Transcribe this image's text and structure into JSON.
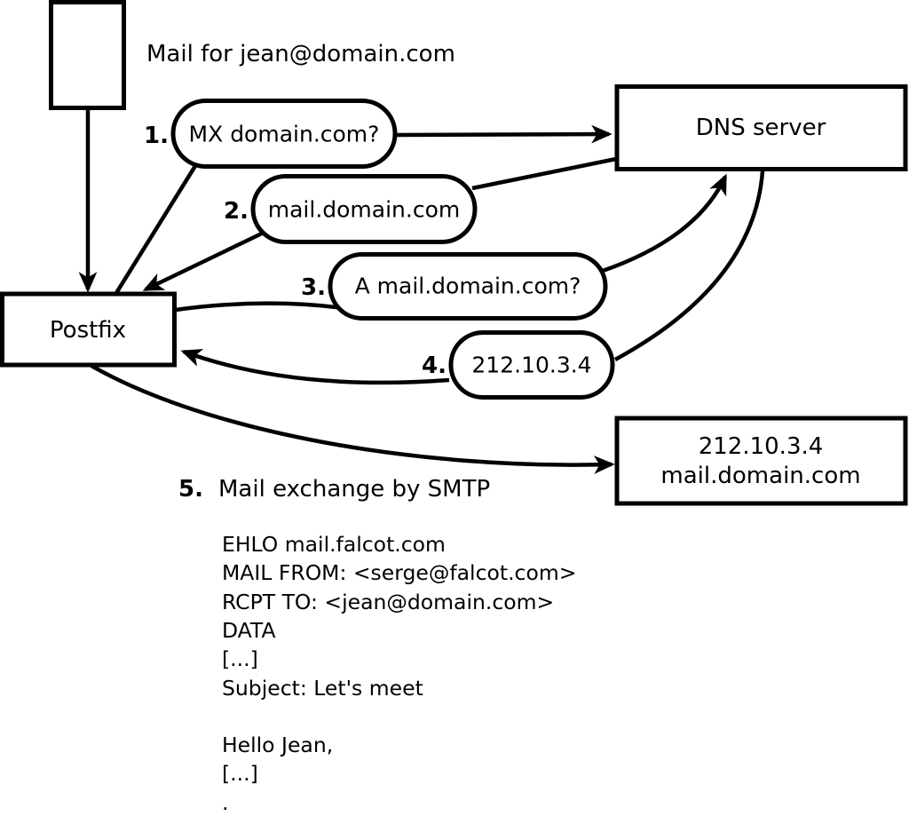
{
  "diagram": {
    "background_color": "#ffffff",
    "line_color": "#000000",
    "mail_note": "Mail for jean@domain.com",
    "nodes": {
      "postfix": "Postfix",
      "dns": "DNS server",
      "mail_server": {
        "line1": "212.10.3.4",
        "line2": "mail.domain.com"
      }
    },
    "steps": [
      {
        "num": "1.",
        "label": "MX domain.com?"
      },
      {
        "num": "2.",
        "label": "mail.domain.com"
      },
      {
        "num": "3.",
        "label": "A mail.domain.com?"
      },
      {
        "num": "4.",
        "label": "212.10.3.4"
      },
      {
        "num": "5.",
        "label": "Mail exchange by SMTP"
      }
    ],
    "smtp_session": [
      "EHLO mail.falcot.com",
      "MAIL FROM: <serge@falcot.com>",
      "RCPT TO: <jean@domain.com>",
      "DATA",
      "[...]",
      "Subject: Let's meet",
      "",
      "Hello Jean,",
      "[...]",
      "."
    ]
  }
}
